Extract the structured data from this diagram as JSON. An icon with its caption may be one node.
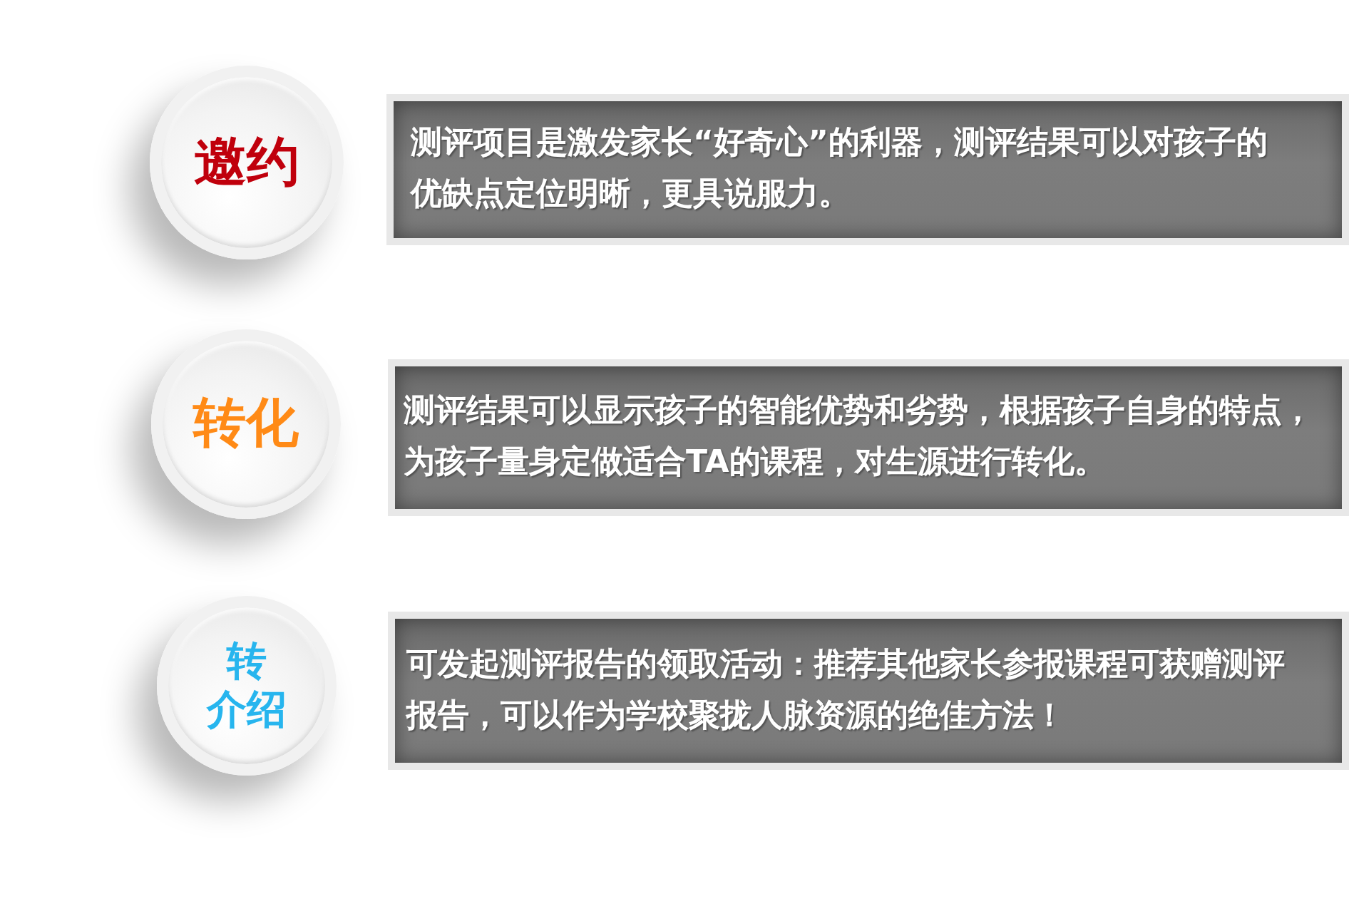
{
  "diagram": {
    "nodes": [
      {
        "text": [
          "邀约"
        ]
      },
      {
        "text": [
          "测评项目是激发家长“好奇心”的利器，测评结果可以对孩子的优缺点定位明晰，更具说服力。"
        ]
      },
      {
        "text": [
          "转化"
        ]
      },
      {
        "text": [
          "测评结果可以显示孩子的智能优势和劣势，根据孩子自身的特点，为孩子量身定做适合TA的课程，对生源进行转化。"
        ]
      },
      {
        "text": [
          "转介绍"
        ]
      },
      {
        "text": [
          "可发起测评报告的领取活动：推荐其他家长参报课程可获赠测评报告，可以作为学校聚拢人脉资源的绝佳方法！"
        ]
      }
    ]
  }
}
